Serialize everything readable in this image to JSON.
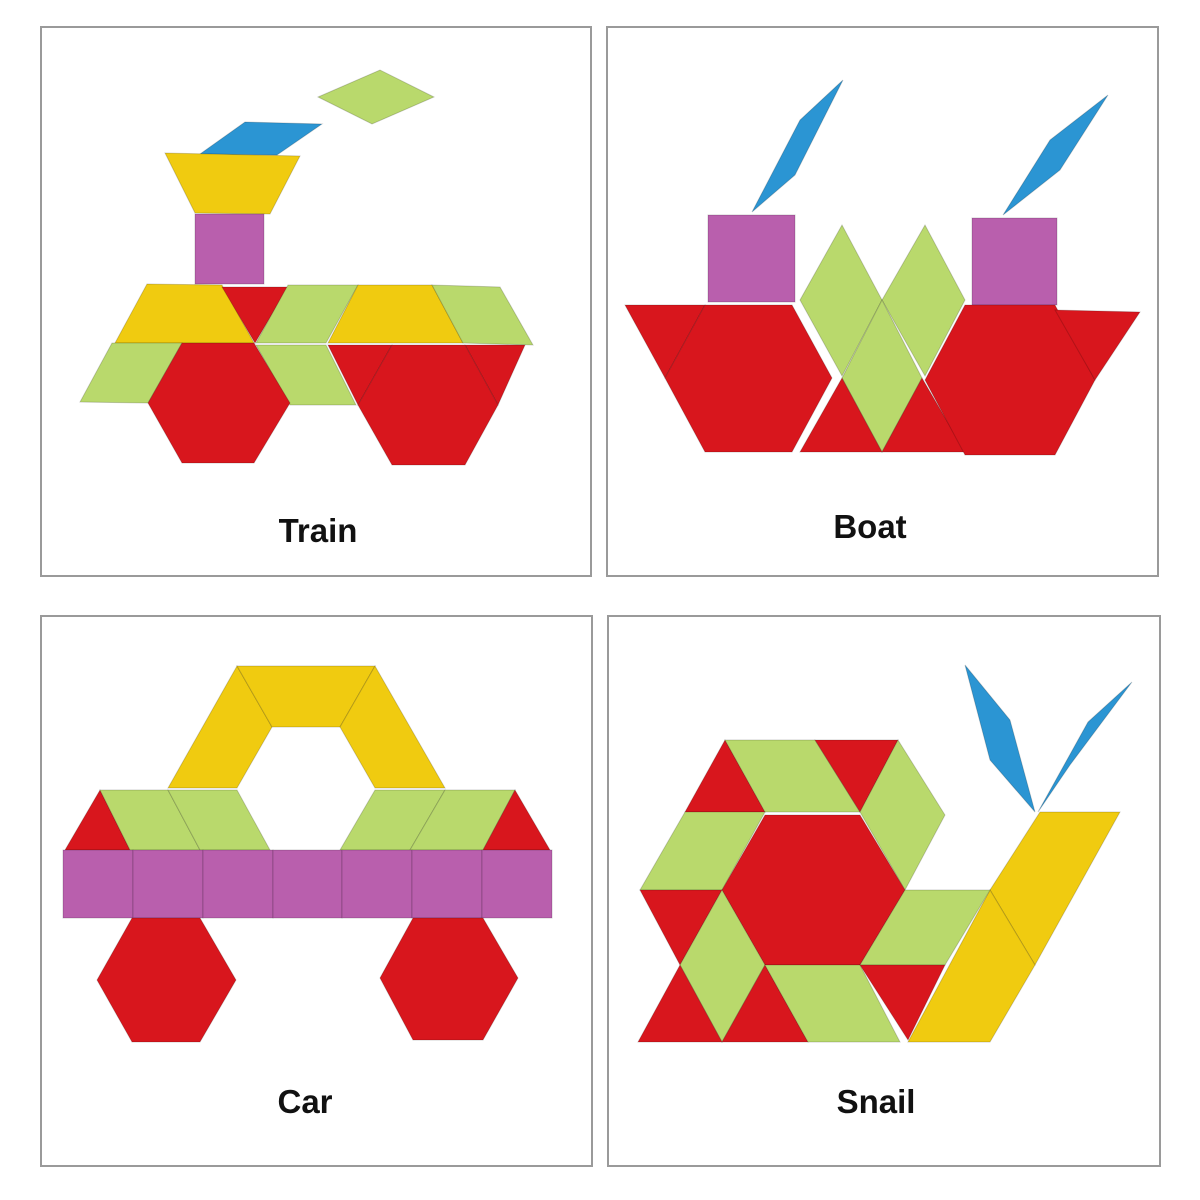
{
  "panels": [
    {
      "label": "Train"
    },
    {
      "label": "Boat"
    },
    {
      "label": "Car"
    },
    {
      "label": "Snail"
    }
  ],
  "colors": {
    "red": "#d8161d",
    "green": "#b9d96c",
    "yellow": "#f0cb10",
    "purple": "#b95fad",
    "blue": "#2b95d3"
  }
}
